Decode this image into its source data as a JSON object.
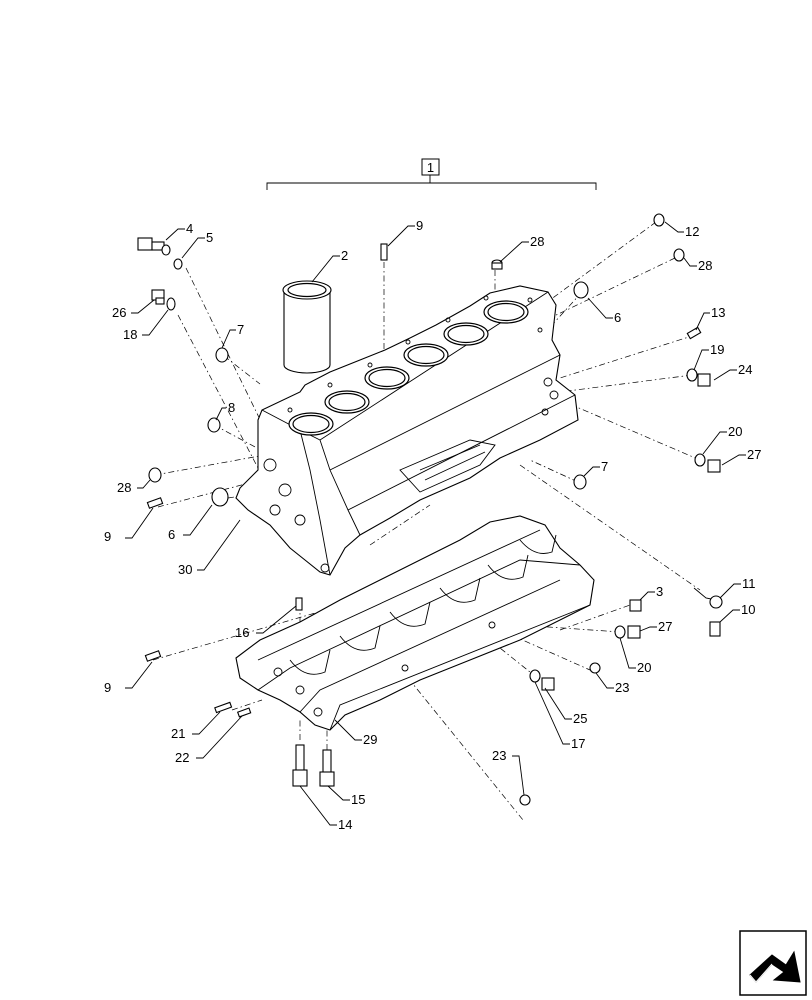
{
  "assembly_callout": "1",
  "callouts": [
    {
      "id": "c4",
      "text": "4"
    },
    {
      "id": "c5",
      "text": "5"
    },
    {
      "id": "c26",
      "text": "26"
    },
    {
      "id": "c18",
      "text": "18"
    },
    {
      "id": "c2",
      "text": "2"
    },
    {
      "id": "c9a",
      "text": "9"
    },
    {
      "id": "c28a",
      "text": "28"
    },
    {
      "id": "c12",
      "text": "12"
    },
    {
      "id": "c28b",
      "text": "28"
    },
    {
      "id": "c6a",
      "text": "6"
    },
    {
      "id": "c13",
      "text": "13"
    },
    {
      "id": "c7a",
      "text": "7"
    },
    {
      "id": "c19",
      "text": "19"
    },
    {
      "id": "c24",
      "text": "24"
    },
    {
      "id": "c8",
      "text": "8"
    },
    {
      "id": "c20a",
      "text": "20"
    },
    {
      "id": "c27a",
      "text": "27"
    },
    {
      "id": "c7b",
      "text": "7"
    },
    {
      "id": "c28c",
      "text": "28"
    },
    {
      "id": "c9b",
      "text": "9"
    },
    {
      "id": "c6b",
      "text": "6"
    },
    {
      "id": "c30",
      "text": "30"
    },
    {
      "id": "c3",
      "text": "3"
    },
    {
      "id": "c11",
      "text": "11"
    },
    {
      "id": "c10",
      "text": "10"
    },
    {
      "id": "c16",
      "text": "16"
    },
    {
      "id": "c27b",
      "text": "27"
    },
    {
      "id": "c20b",
      "text": "20"
    },
    {
      "id": "c9c",
      "text": "9"
    },
    {
      "id": "c23a",
      "text": "23"
    },
    {
      "id": "c25",
      "text": "25"
    },
    {
      "id": "c17",
      "text": "17"
    },
    {
      "id": "c21",
      "text": "21"
    },
    {
      "id": "c29",
      "text": "29"
    },
    {
      "id": "c22",
      "text": "22"
    },
    {
      "id": "c23b",
      "text": "23"
    },
    {
      "id": "c15",
      "text": "15"
    },
    {
      "id": "c14",
      "text": "14"
    }
  ],
  "nav_icon": "next-page-arrow-icon"
}
